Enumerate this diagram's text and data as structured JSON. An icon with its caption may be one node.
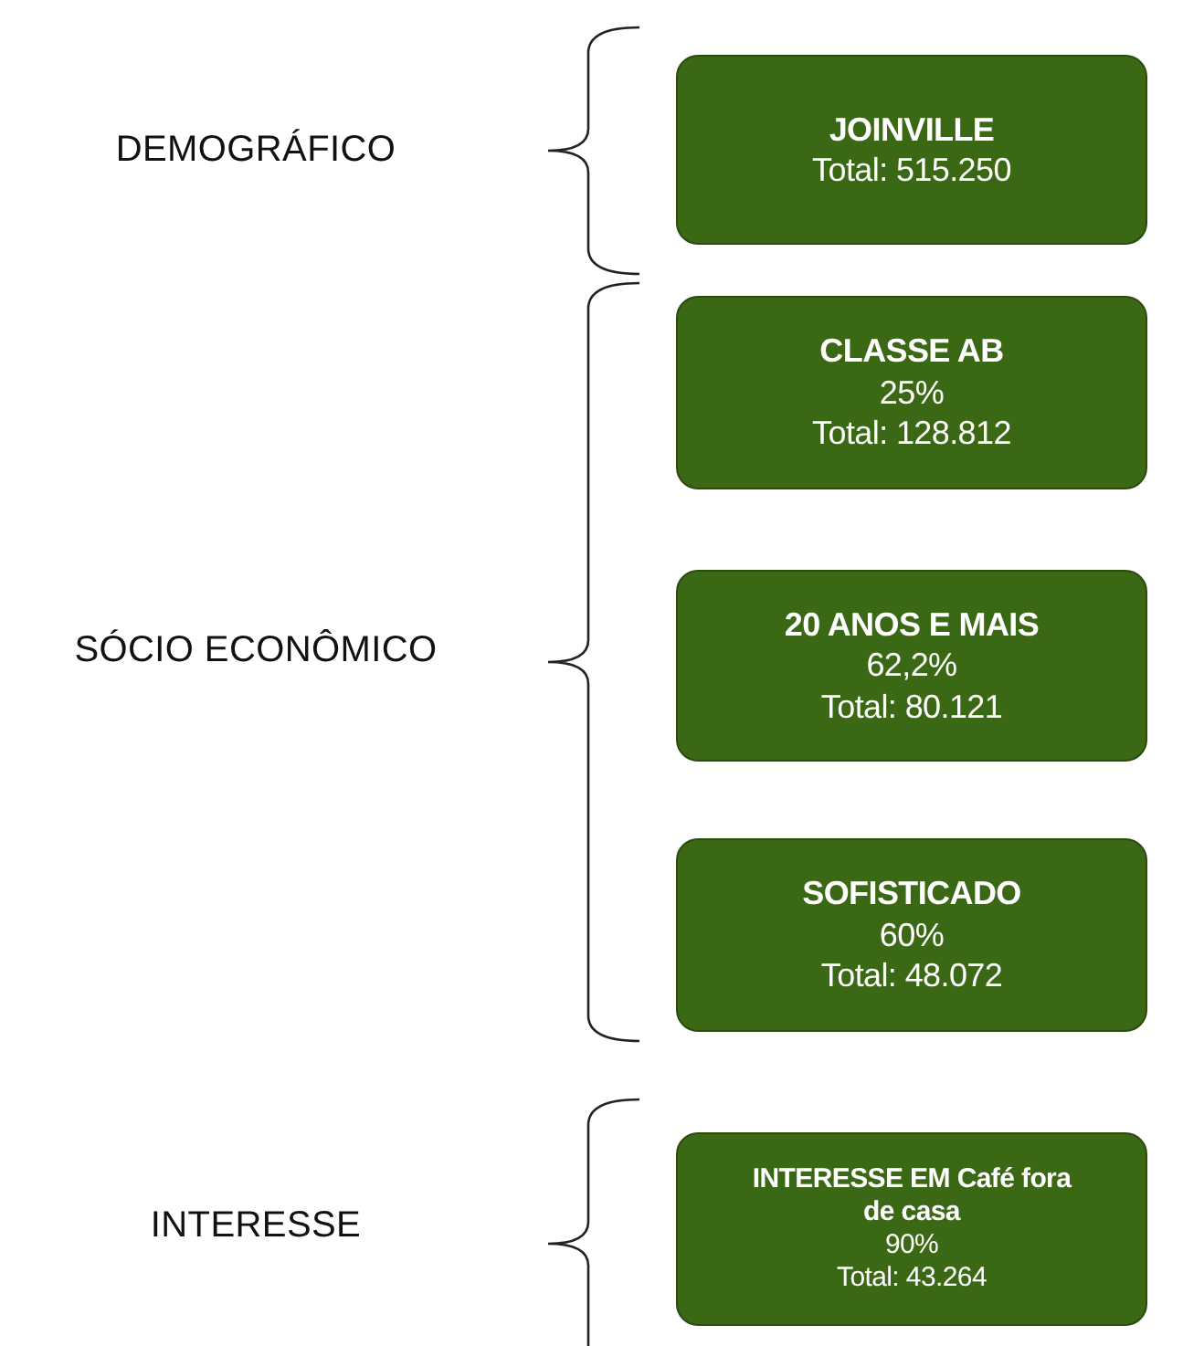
{
  "diagram": {
    "nodes": [
      {
        "text": [
          "JOINVILLE",
          "Total: 515.250"
        ]
      },
      {
        "text": [
          "CLASSE AB",
          "25%",
          "Total: 128.812"
        ]
      },
      {
        "text": [
          "20 ANOS E MAIS",
          "62,2%",
          "Total: 80.121"
        ]
      },
      {
        "text": [
          "SOFISTICADO",
          "60%",
          "Total: 48.072"
        ]
      },
      {
        "text": [
          "INTERESSE EM Café fora de casa",
          "90%",
          "Total: 43.264"
        ]
      }
    ],
    "labels": [
      "DEMOGRÁFICO",
      "SÓCIO ECONÔMICO",
      "INTERESSE"
    ]
  }
}
